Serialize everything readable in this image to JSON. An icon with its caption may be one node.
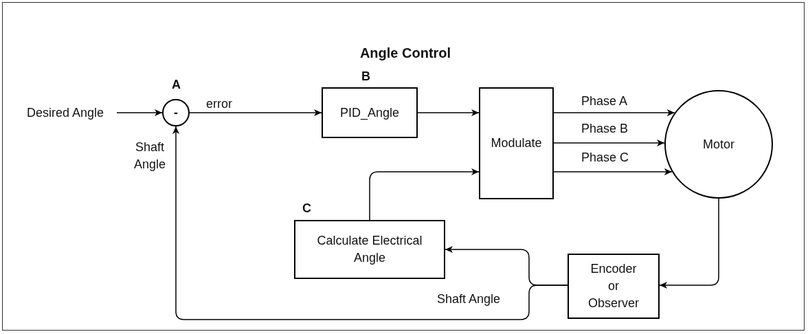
{
  "diagram": {
    "title": "Angle Control",
    "nodes": [
      {
        "text": [
          "Desired Angle"
        ]
      },
      {
        "text": [
          "-"
        ],
        "beside": [
          "A"
        ]
      },
      {
        "text": [
          "PID_Angle"
        ],
        "beside": [
          "B"
        ]
      },
      {
        "text": [
          "Modulate"
        ]
      },
      {
        "text": [
          "Calculate Electrical Angle"
        ],
        "beside": [
          "C"
        ]
      },
      {
        "text": [
          "Motor"
        ]
      },
      {
        "text": [
          "Encoder or Observer"
        ]
      }
    ],
    "edges": [
      {
        "from": 0,
        "to": 1,
        "arrow": "to"
      },
      {
        "from": 1,
        "to": 2,
        "arrow": "to",
        "label": "error"
      },
      {
        "from": 2,
        "to": 3,
        "arrow": "to"
      },
      {
        "from": 3,
        "to": 5,
        "arrow": "to",
        "label": "Phase A"
      },
      {
        "from": 3,
        "to": 5,
        "arrow": "to",
        "label": "Phase B"
      },
      {
        "from": 3,
        "to": 5,
        "arrow": "to",
        "label": "Phase C"
      },
      {
        "from": 5,
        "to": 6,
        "arrow": "to"
      },
      {
        "from": 6,
        "to": 4,
        "arrow": "to"
      },
      {
        "from": 6,
        "to": 1,
        "arrow": "to",
        "label": "Shaft Angle"
      },
      {
        "from": 4,
        "to": 3,
        "arrow": "to"
      }
    ],
    "labels": [
      "Shaft Angle"
    ]
  }
}
